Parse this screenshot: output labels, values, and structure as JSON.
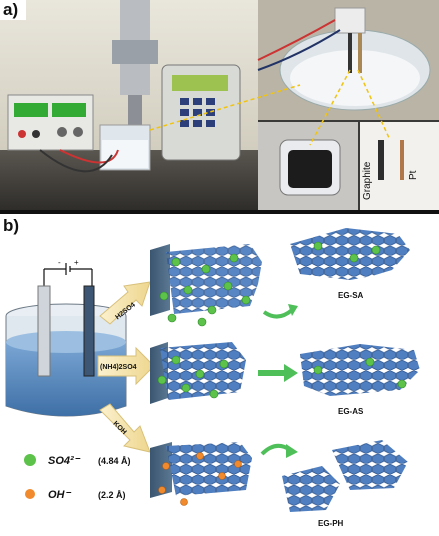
{
  "panel_a": {
    "label": "a)",
    "electrode_labels": [
      "Graphite",
      "Pt"
    ]
  },
  "panel_b": {
    "label": "b)",
    "electrolytes": [
      "H2SO4",
      "(NH4)2SO4",
      "KOH"
    ],
    "products": [
      "EG-SA",
      "EG-AS",
      "EG-PH"
    ],
    "legend": [
      {
        "ion": "SO4²⁻",
        "size": "(4.84 Å)",
        "color": "#5cc24a"
      },
      {
        "ion": "OH⁻",
        "size": "(2.2 Å)",
        "color": "#f08a2c"
      }
    ],
    "cell_signs": [
      "-",
      "+"
    ]
  },
  "colors": {
    "graphene": "#4f7fc0",
    "ion_sulfate": "#5cc24a",
    "ion_hydroxide": "#f08a2c",
    "arrow": "#f4e3a8",
    "green_arrow": "#4fbf5a",
    "liquid": "#5f90c4"
  }
}
